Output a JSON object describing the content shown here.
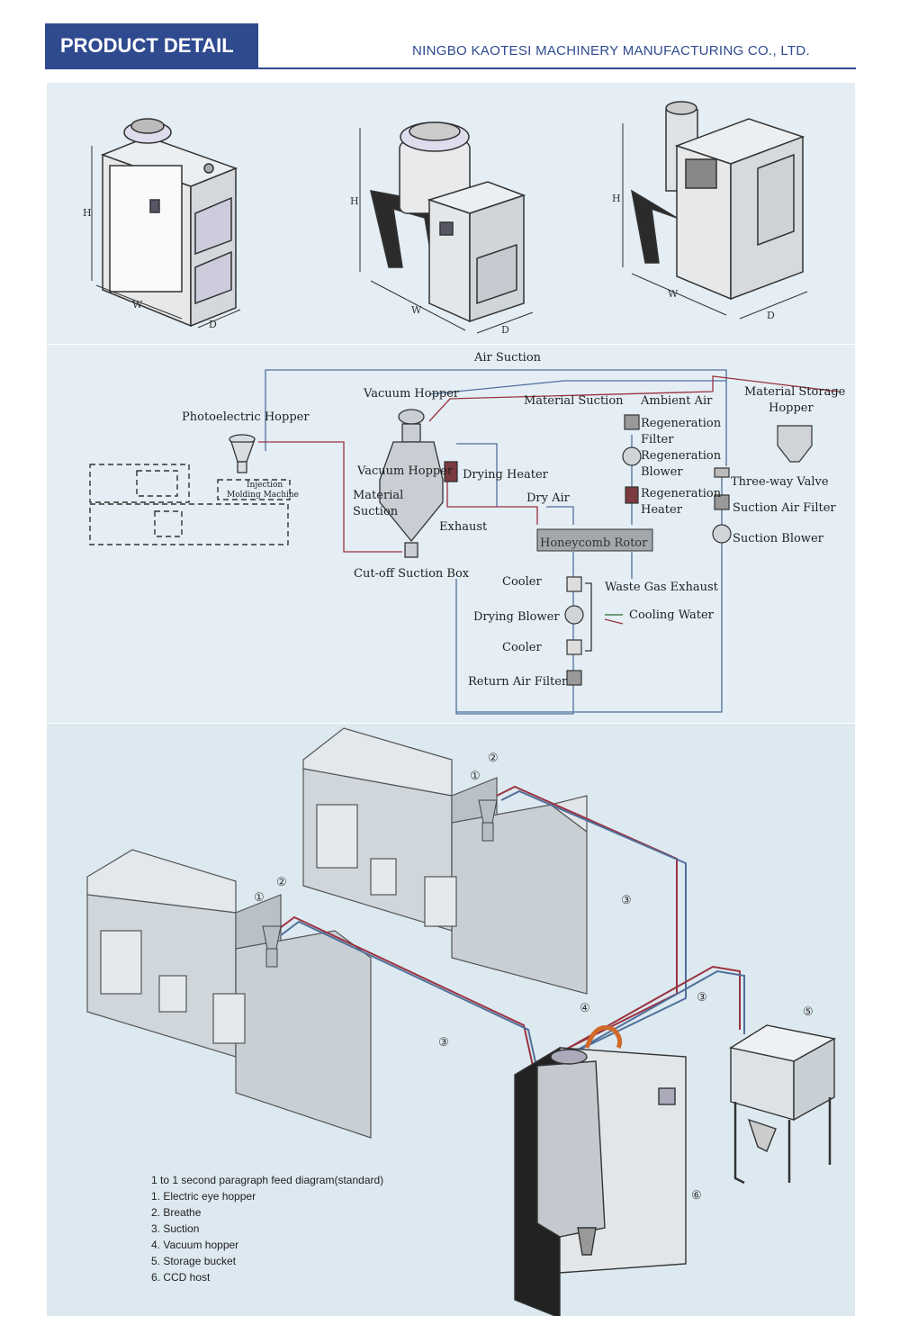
{
  "header": {
    "title": "PRODUCT DETAIL",
    "company": "NINGBO KAOTESI MACHINERY MANUFACTURING CO., LTD."
  },
  "dimensions": {
    "h": "H",
    "w": "W",
    "d": "D"
  },
  "flow": {
    "air_suction": "Air Suction",
    "vacuum_hopper_top": "Vacuum Hopper",
    "material_suction_top": "Material Suction",
    "ambient_air": "Ambient Air",
    "material_storage_hopper_1": "Material Storage",
    "material_storage_hopper_2": "Hopper",
    "photoelectric_hopper": "Photoelectric Hopper",
    "regeneration_filter_1": "Regeneration",
    "regeneration_filter_2": "Filter",
    "regeneration_blower_1": "Regeneration",
    "regeneration_blower_2": "Blower",
    "vacuum_hopper_mid": "Vacuum Hopper",
    "drying_heater": "Drying Heater",
    "three_way_valve": "Three-way Valve",
    "injection_1": "Injection",
    "injection_2": "Molding Machine",
    "material_suction_1": "Material",
    "material_suction_2": "Suction",
    "dry_air": "Dry Air",
    "regeneration_heater_1": "Regeneration",
    "regeneration_heater_2": "Heater",
    "suction_air_filter": "Suction Air Filter",
    "exhaust": "Exhaust",
    "suction_blower": "Suction Blower",
    "honeycomb_rotor": "Honeycomb Rotor",
    "cutoff_suction_box": "Cut-off Suction Box",
    "cooler_1": "Cooler",
    "waste_gas_exhaust": "Waste Gas Exhaust",
    "drying_blower": "Drying Blower",
    "cooling_water": "Cooling Water",
    "cooler_2": "Cooler",
    "return_air_filter": "Return Air Filter"
  },
  "callouts": {
    "c1": "①",
    "c2": "②",
    "c3": "③",
    "c4": "④",
    "c5": "⑤",
    "c6": "⑥"
  },
  "legend": {
    "title": "1 to  1 second paragraph feed diagram(standard)",
    "items": [
      "1. Electric eye hopper",
      "2. Breathe",
      "3. Suction",
      "4. Vacuum hopper",
      "5. Storage bucket",
      "6. CCD host"
    ]
  },
  "colors": {
    "brand": "#2f4a8f",
    "pipe_red": "#9a3340",
    "pipe_blue": "#4f6f9a",
    "panel": "#e4eef4"
  }
}
